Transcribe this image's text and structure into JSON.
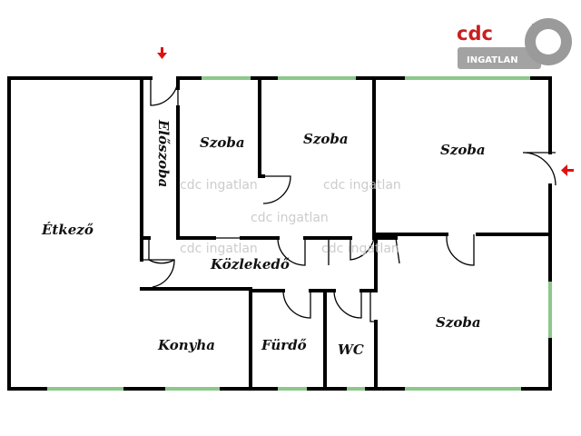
{
  "logo": {
    "brand": "cdc",
    "sub": "INGATLAN",
    "brand_color": "#c91f1f",
    "key_color": "#9a9a9a"
  },
  "rooms": {
    "etkezo": "Étkező",
    "eloszoba": "Előszoba",
    "szoba1": "Szoba",
    "szoba2": "Szoba",
    "szoba3": "Szoba",
    "szoba4": "Szoba",
    "kozlekedo": "Közlekedő",
    "konyha": "Konyha",
    "furdo": "Fürdő",
    "wc": "WC"
  },
  "watermark": "cdc ingatlan",
  "colors": {
    "wall": "#000000",
    "window": "#8cc88c",
    "entrance_arrow": "#e01010"
  },
  "icons": {
    "entrance_top": "arrow-down-icon",
    "entrance_right": "arrow-left-icon",
    "logo": "key-icon"
  }
}
